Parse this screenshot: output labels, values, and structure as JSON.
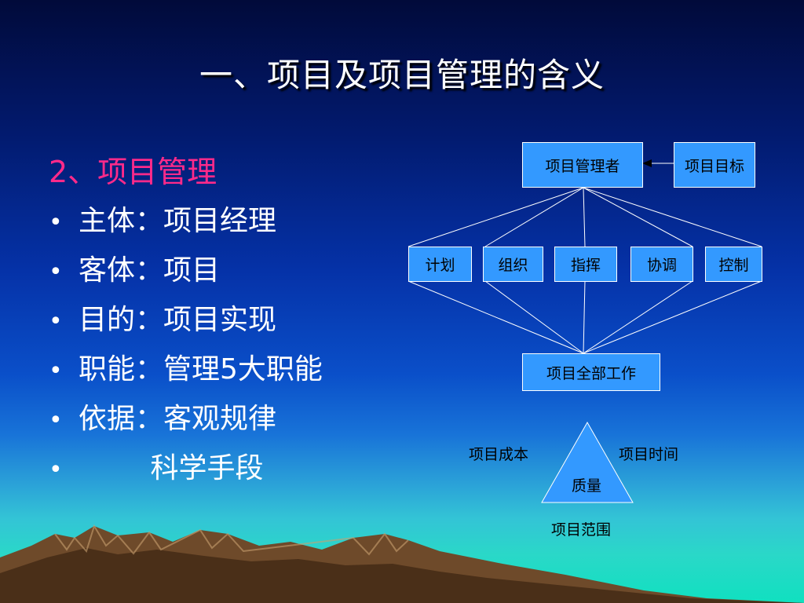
{
  "slide": {
    "title": "一、项目及项目管理的含义",
    "subheading": "2、项目管理",
    "bullets": [
      {
        "marker": "•",
        "text": "主体：项目经理"
      },
      {
        "marker": "•",
        "text": "客体：项目"
      },
      {
        "marker": "•",
        "text": "目的：项目实现"
      },
      {
        "marker": "•",
        "text": "职能：管理5大职能"
      },
      {
        "marker": "•",
        "text": "依据：客观规律"
      },
      {
        "marker": "•",
        "text": "        科学手段"
      }
    ]
  },
  "diagram": {
    "manager": "项目管理者",
    "goal": "项目目标",
    "functions": [
      "计划",
      "组织",
      "指挥",
      "协调",
      "控制"
    ],
    "all_work": "项目全部工作"
  },
  "triangle": {
    "center": "质量",
    "left": "项目成本",
    "right": "项目时间",
    "bottom": "项目范围"
  },
  "colors": {
    "box_fill": "#3399ff",
    "subheading": "#ff2a8a",
    "text": "#ffffff"
  }
}
